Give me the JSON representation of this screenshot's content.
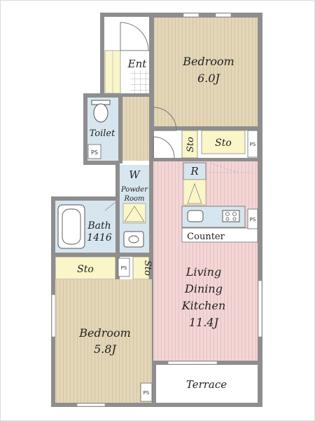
{
  "colors": {
    "wall": "#8e8e8e",
    "bedroom_floor": "#e3d6b8",
    "ldk_floor": "#f3d6d6",
    "wet_floor": "#d7e6ee",
    "storage": "#fbf6c8",
    "yellow_accent": "#f4e7a6"
  },
  "rooms": {
    "bedroom_top": {
      "name": "Bedroom",
      "size": "6.0J"
    },
    "bedroom_bottom": {
      "name": "Bedroom",
      "size": "5.8J"
    },
    "ldk": {
      "line1": "Living",
      "line2": "Dining",
      "line3": "Kitchen",
      "size": "11.4J"
    },
    "bath": {
      "name": "Bath",
      "size": "1416"
    },
    "powder": {
      "w": "W",
      "line1": "Powder",
      "line2": "Room"
    },
    "toilet": "Toilet",
    "entrance": "Ent",
    "terrace": "Terrace",
    "refrigerator": "R",
    "counter": "Counter"
  },
  "storage": {
    "sto_top_small": "Sto",
    "sto_top": "Sto",
    "sto_left": "Sto",
    "sto_mid": "Sto"
  },
  "pipe_spaces": {
    "ps_toilet": "PS",
    "ps_top_right": "PS",
    "ps_kitchen": "PS",
    "ps_mid": "PS",
    "ps_bottom": "PS"
  }
}
